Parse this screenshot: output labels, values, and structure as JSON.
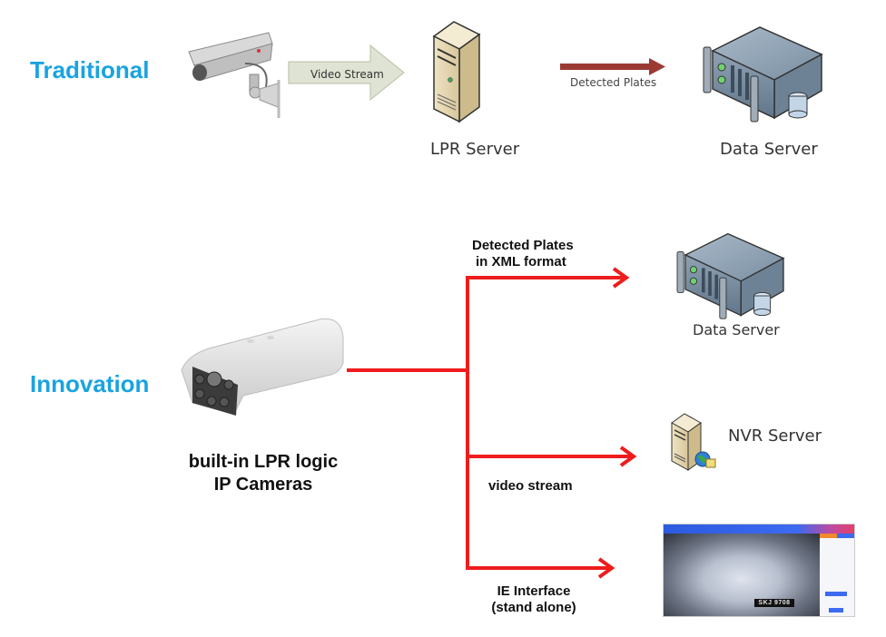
{
  "colors": {
    "section_title": "#1aa3e0",
    "flow_arrow_red": "#ee1c1c",
    "traditional_arrow_dark_red": "#9b3a33",
    "video_stream_arrow_fill": "#dfe3d3"
  },
  "traditional": {
    "title": "Traditional",
    "camera_icon": "cctv-camera-icon",
    "video_stream_arrow_label": "Video Stream",
    "lpr_server": {
      "icon": "tower-server-icon",
      "label": "LPR Server"
    },
    "detected_plates_arrow_label": "Detected Plates",
    "data_server": {
      "icon": "rack-server-database-icon",
      "label": "Data Server"
    }
  },
  "innovation": {
    "title": "Innovation",
    "camera_icon": "lpr-ip-camera-icon",
    "camera_caption_line1": "built-in LPR logic",
    "camera_caption_line2": "IP Cameras",
    "branches": [
      {
        "label_line1": "Detected Plates",
        "label_line2": "in XML format",
        "target": {
          "icon": "rack-server-database-icon",
          "label": "Data Server"
        }
      },
      {
        "label_line1": "video stream",
        "label_line2": "",
        "target": {
          "icon": "nvr-server-globe-icon",
          "label": "NVR Server"
        }
      },
      {
        "label_line1": "IE Interface",
        "label_line2": "(stand alone)",
        "target": {
          "icon": "ie-interface-screenshot",
          "label": "",
          "plate_text": "SKJ 9708"
        }
      }
    ]
  }
}
